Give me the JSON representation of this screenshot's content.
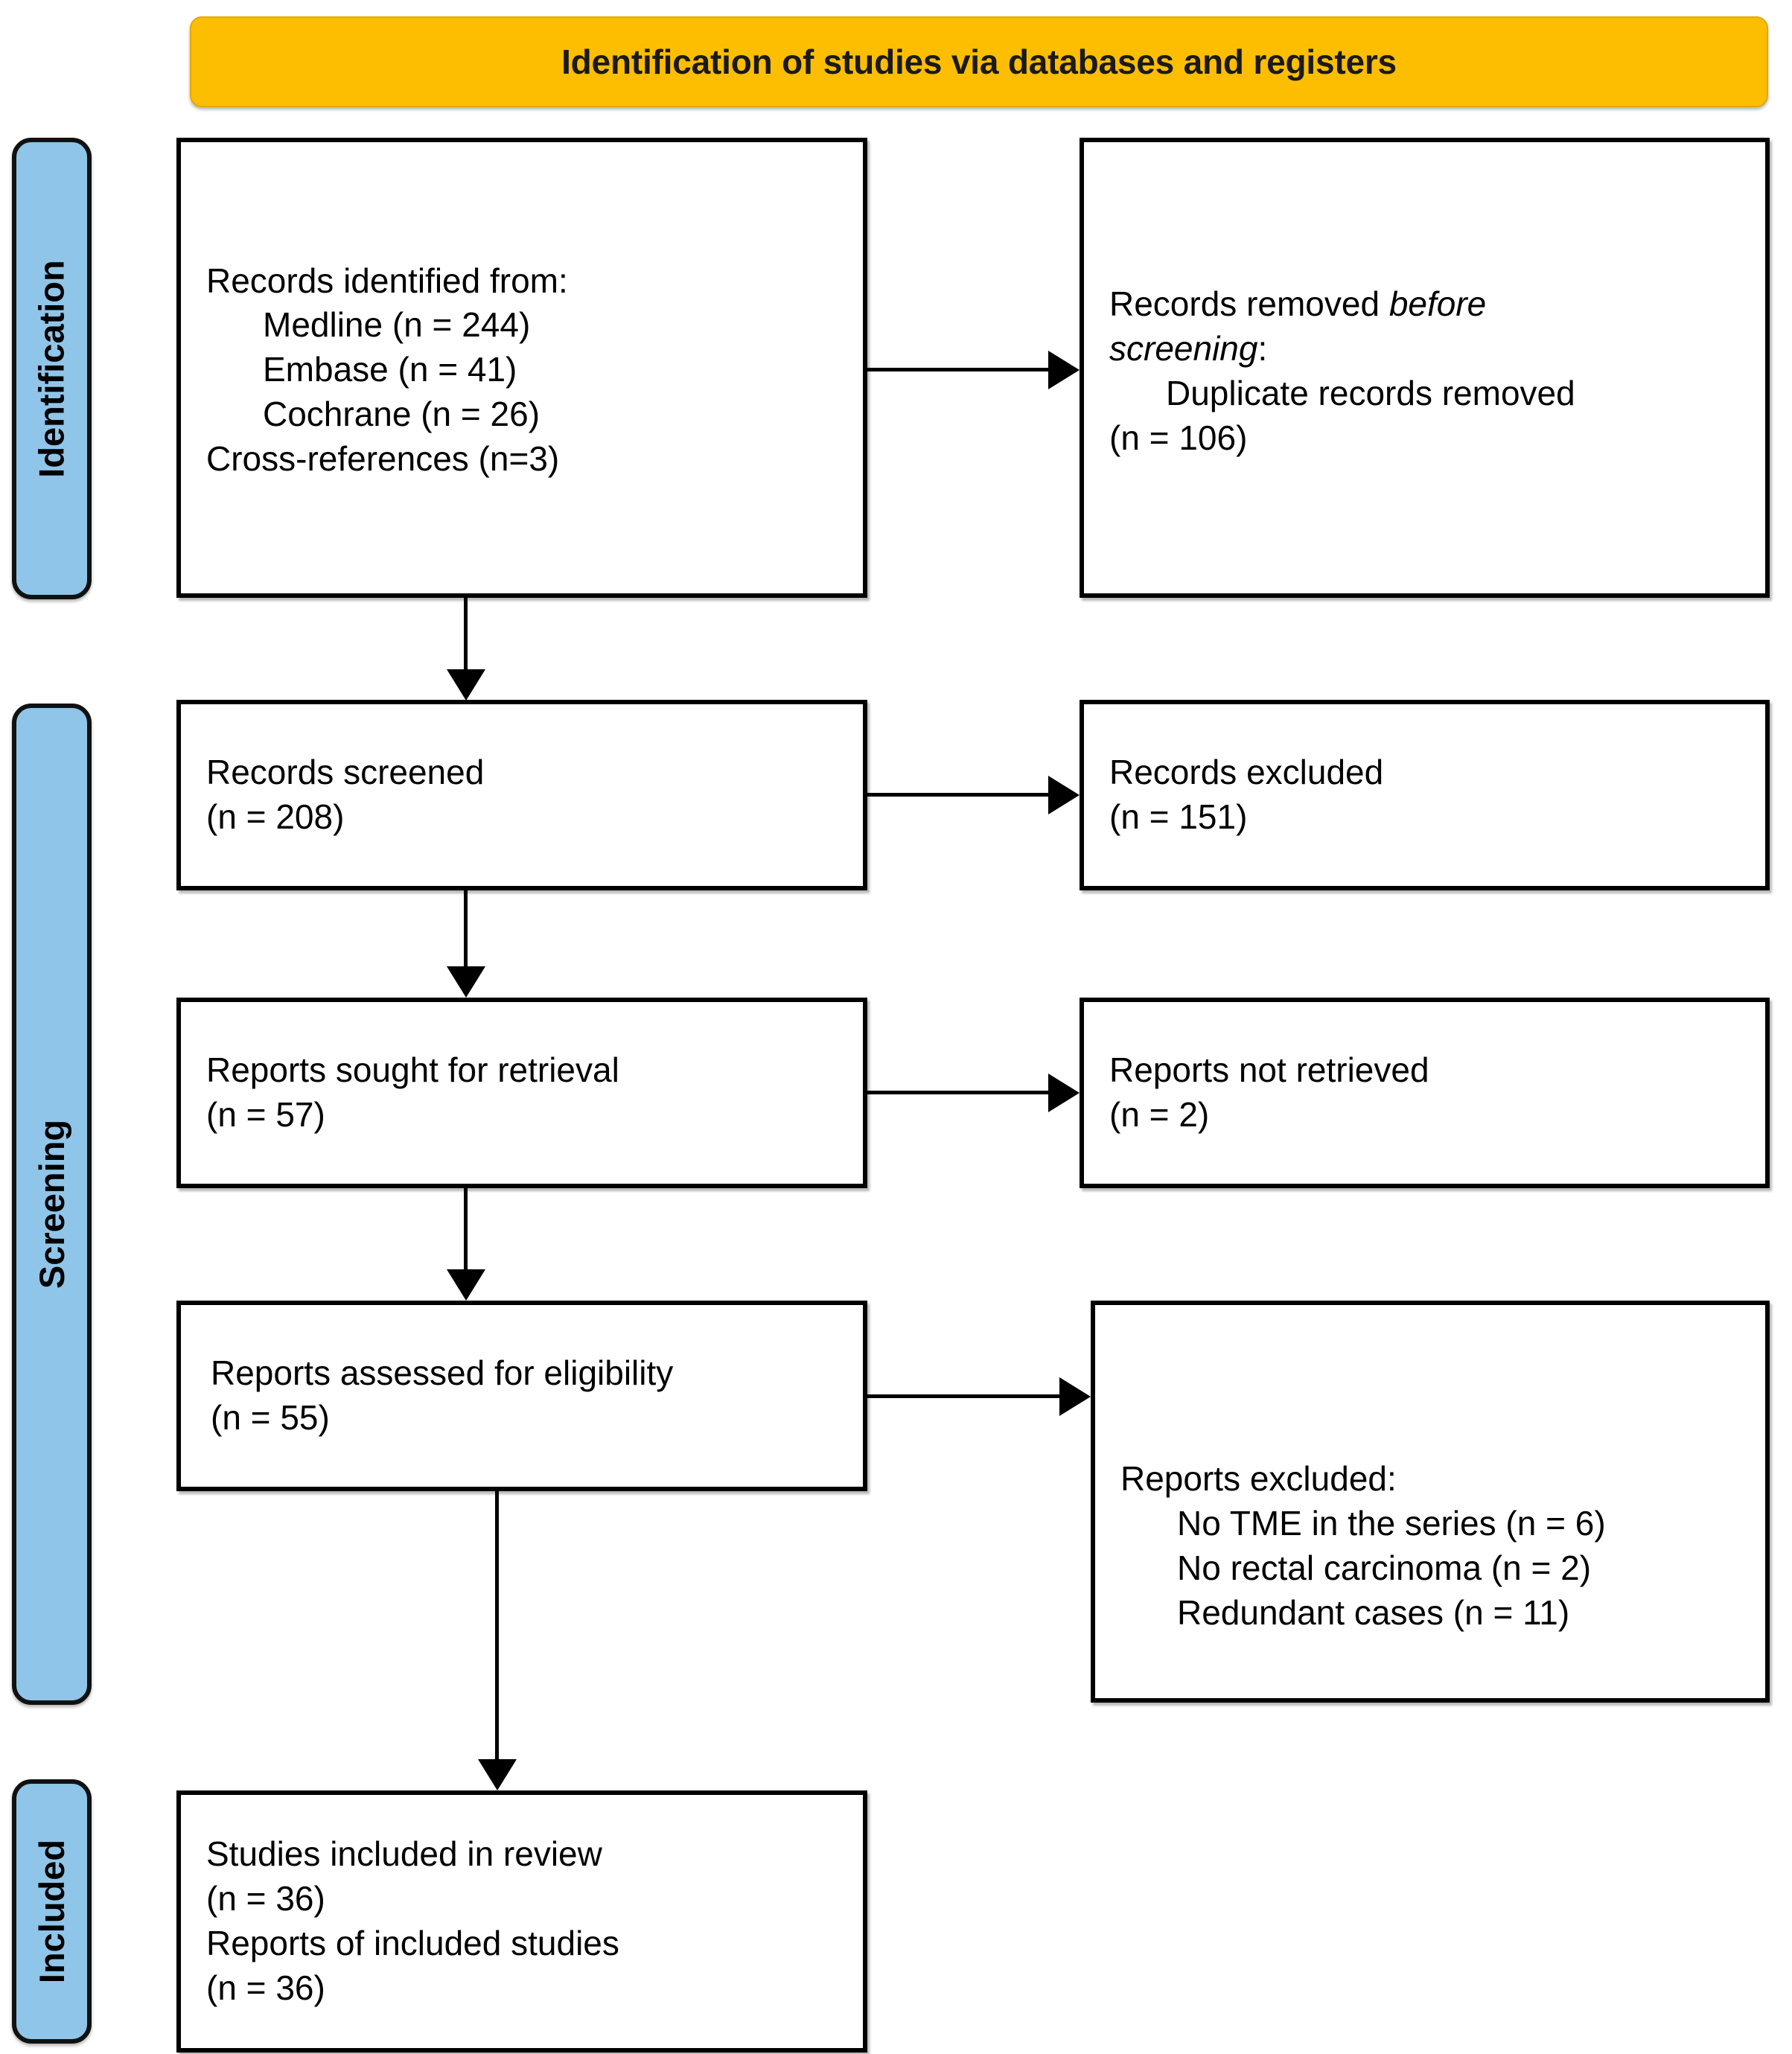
{
  "header": {
    "title": "Identification of studies via databases and registers"
  },
  "colors": {
    "banner": "#FDBE02",
    "stage": "#8FC5E8",
    "border": "#000000",
    "text": "#000000"
  },
  "stages": [
    {
      "id": "identification",
      "label": "Identification"
    },
    {
      "id": "screening",
      "label": "Screening"
    },
    {
      "id": "included",
      "label": "Included"
    }
  ],
  "nodes": {
    "identified": {
      "lines": [
        "Records identified from:",
        "Medline (n = 244)",
        "Embase (n = 41)",
        "Cochrane (n = 26)",
        "Cross-references (n=3)"
      ]
    },
    "removed": {
      "line1_a": "Records removed ",
      "line1_b": "before",
      "line2_a": "screening",
      "line2_b": ":",
      "line3": "Duplicate records removed",
      "line4": "(n = 106)"
    },
    "screened": {
      "line1": "Records screened",
      "line2": "(n = 208)"
    },
    "excluded_records": {
      "line1": "Records excluded",
      "line2": "(n = 151)"
    },
    "sought": {
      "line1": "Reports sought for retrieval",
      "line2": "(n = 57)"
    },
    "not_retrieved": {
      "line1": "Reports not retrieved",
      "line2": "(n = 2)"
    },
    "assessed": {
      "line1": "Reports assessed for eligibility",
      "line2": "(n = 55)"
    },
    "excluded_reports": {
      "line1": "Reports excluded:",
      "line2": "No TME in the series (n = 6)",
      "line3": "No rectal carcinoma (n = 2)",
      "line4": "Redundant cases (n = 11)"
    },
    "included": {
      "line1": "Studies included in review",
      "line2": "(n = 36)",
      "line3": "Reports of included studies",
      "line4": "(n = 36)"
    }
  },
  "chart_data": {
    "type": "diagram",
    "title": "PRISMA 2020 flow diagram",
    "flow": [
      {
        "stage": "Identification",
        "box": "Records identified from",
        "sources": [
          {
            "name": "Medline",
            "n": 244
          },
          {
            "name": "Embase",
            "n": 41
          },
          {
            "name": "Cochrane",
            "n": 26
          },
          {
            "name": "Cross-references",
            "n": 3
          }
        ],
        "excluded_box": "Records removed before screening",
        "excluded": [
          {
            "reason": "Duplicate records removed",
            "n": 106
          }
        ]
      },
      {
        "stage": "Screening",
        "box": "Records screened",
        "n": 208,
        "excluded_box": "Records excluded",
        "excluded": [
          {
            "reason": "Records excluded",
            "n": 151
          }
        ]
      },
      {
        "stage": "Screening",
        "box": "Reports sought for retrieval",
        "n": 57,
        "excluded_box": "Reports not retrieved",
        "excluded": [
          {
            "reason": "Reports not retrieved",
            "n": 2
          }
        ]
      },
      {
        "stage": "Screening",
        "box": "Reports assessed for eligibility",
        "n": 55,
        "excluded_box": "Reports excluded",
        "excluded": [
          {
            "reason": "No TME in the series",
            "n": 6
          },
          {
            "reason": "No rectal carcinoma",
            "n": 2
          },
          {
            "reason": "Redundant cases",
            "n": 11
          }
        ]
      },
      {
        "stage": "Included",
        "box": "Studies included in review",
        "n": 36,
        "box2": "Reports of included studies",
        "n2": 36
      }
    ]
  }
}
